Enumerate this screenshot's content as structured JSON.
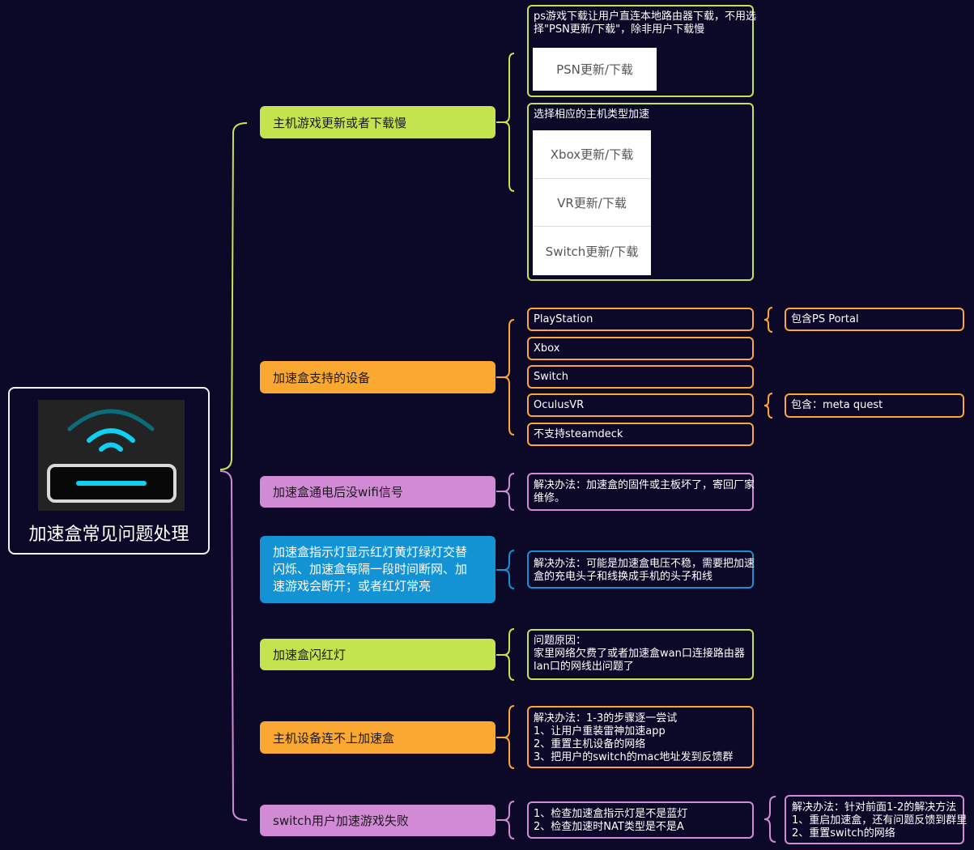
{
  "root": {
    "title": "加速盒常见问题处理"
  },
  "colors": {
    "background": "#0c0827",
    "green": "#c3e44f",
    "orange": "#fba832",
    "pink": "#d28ad6",
    "blue": "#1393d4",
    "cyan": "#0fd0f0",
    "arc": "#0b6d7c"
  },
  "topics": [
    {
      "label": "主机游戏更新或者下载慢",
      "children": [
        {
          "text_lines": [
            "ps游戏下载让用户直连本地路由器下载，不用选",
            "择\"PSN更新/下载\"，除非用户下载慢"
          ],
          "cards": [
            "PSN更新/下载"
          ]
        },
        {
          "text_lines": [
            "选择相应的主机类型加速"
          ],
          "cards": [
            "Xbox更新/下载",
            "VR更新/下载",
            "Switch更新/下载"
          ]
        }
      ]
    },
    {
      "label": "加速盒支持的设备",
      "children": [
        {
          "text": "PlayStation",
          "detail": "包含PS Portal"
        },
        {
          "text": "Xbox"
        },
        {
          "text": "Switch"
        },
        {
          "text": "OculusVR",
          "detail": "包含：meta quest"
        },
        {
          "text": "不支持steamdeck"
        }
      ]
    },
    {
      "label": "加速盒通电后没wifi信号",
      "children": [
        {
          "text_lines": [
            "解决办法：加速盒的固件或主板坏了，寄回厂家",
            "维修。"
          ]
        }
      ]
    },
    {
      "label_lines": [
        "加速盒指示灯显示红灯黄灯绿灯交替",
        "闪烁、加速盒每隔一段时间断网、加",
        "速游戏会断开；或者红灯常亮"
      ],
      "children": [
        {
          "text_lines": [
            "解决办法：可能是加速盒电压不稳，需要把加速",
            "盒的充电头子和线换成手机的头子和线"
          ]
        }
      ]
    },
    {
      "label": "加速盒闪红灯",
      "children": [
        {
          "text_lines": [
            "问题原因：",
            "家里网络欠费了或者加速盒wan口连接路由器",
            "lan口的网线出问题了"
          ]
        }
      ]
    },
    {
      "label": "主机设备连不上加速盒",
      "children": [
        {
          "text_lines": [
            "解决办法：1-3的步骤逐一尝试",
            "1、让用户重装雷神加速app",
            "2、重置主机设备的网络",
            "3、把用户的switch的mac地址发到反馈群"
          ]
        }
      ]
    },
    {
      "label": "switch用户加速游戏失败",
      "children": [
        {
          "text_lines": [
            "1、检查加速盒指示灯是不是蓝灯",
            "2、检查加速时NAT类型是不是A"
          ],
          "detail_lines": [
            "解决办法：针对前面1-2的解决方法",
            "1、重启加速盒，还有问题反馈到群里",
            "2、重置switch的网络"
          ]
        }
      ]
    }
  ]
}
